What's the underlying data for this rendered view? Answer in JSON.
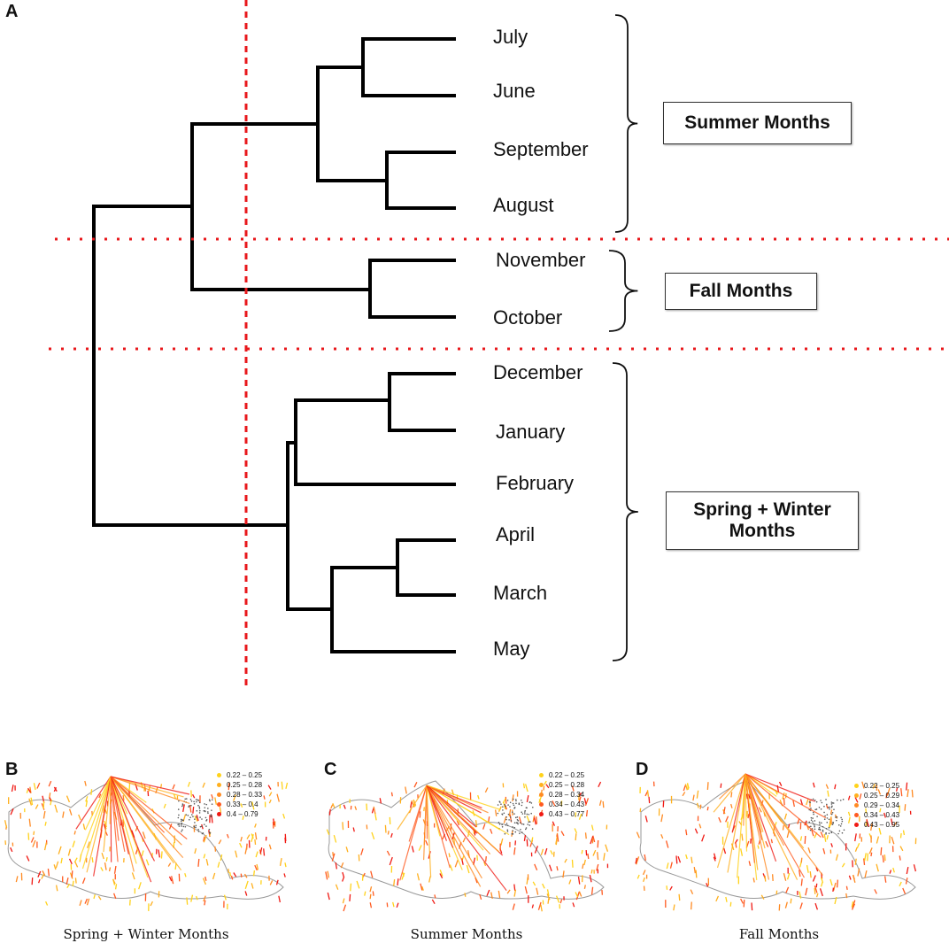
{
  "panel_a": {
    "letter": "A",
    "leaves": [
      "July",
      "June",
      "September",
      "August",
      "November",
      "October",
      "December",
      "January",
      "February",
      "April",
      "March",
      "May"
    ],
    "groups": {
      "summer": "Summer Months",
      "fall": "Fall Months",
      "spring_winter_line1": "Spring + Winter",
      "spring_winter_line2": "Months"
    },
    "colors": {
      "tree": "#000000",
      "cut_lines": "#e8171b"
    }
  },
  "maps": [
    {
      "letter": "B",
      "caption": "Spring + Winter Months",
      "legend": [
        "0.22 – 0.25",
        "0.25 – 0.28",
        "0.28 – 0.33",
        "0.33 – 0.4",
        "0.4 – 0.79"
      ]
    },
    {
      "letter": "C",
      "caption": "Summer Months",
      "legend": [
        "0.22 – 0.25",
        "0.25 – 0.28",
        "0.28 – 0.34",
        "0.34 – 0.43",
        "0.43 – 0.77"
      ]
    },
    {
      "letter": "D",
      "caption": "Fall Months",
      "legend": [
        "0.22 – 0.25",
        "0.25 – 0.29",
        "0.29 – 0.34",
        "0.34 – 0.43",
        "0.43 – 0.95"
      ]
    }
  ],
  "legend_colors": [
    "#ffd21a",
    "#ffb01e",
    "#ff8a22",
    "#ff5a20",
    "#f01a14"
  ]
}
